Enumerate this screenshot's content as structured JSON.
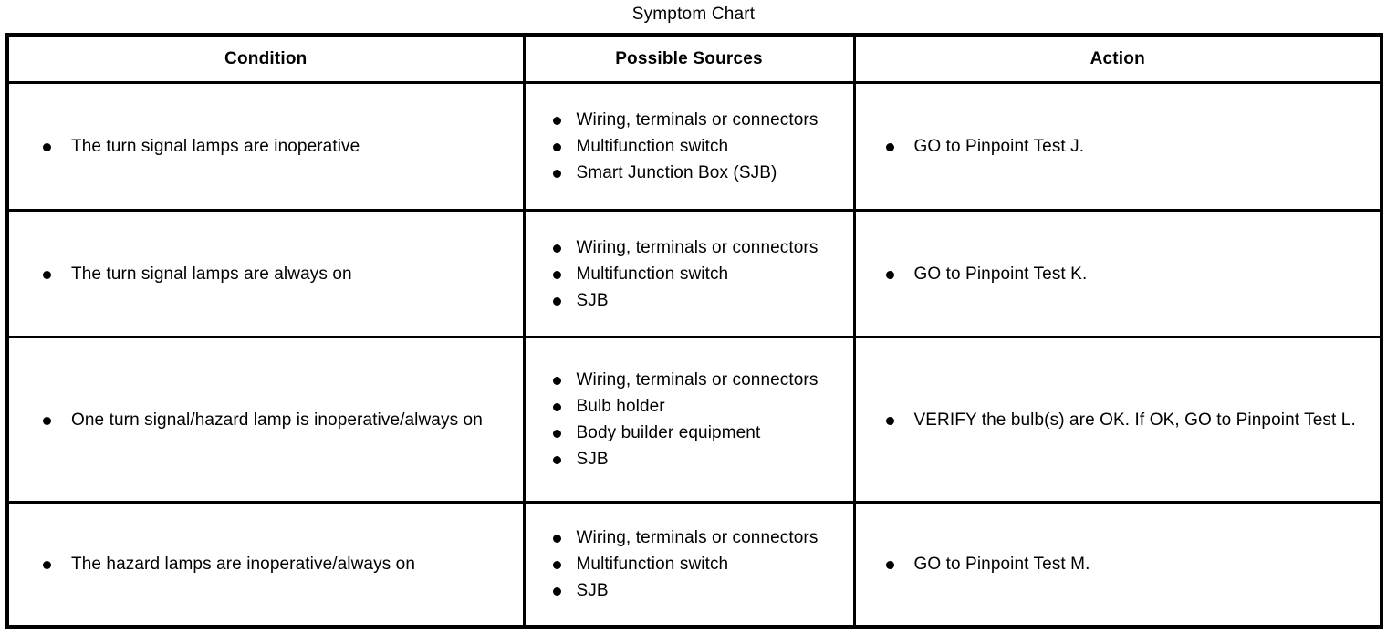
{
  "page": {
    "title": "Symptom Chart"
  },
  "table": {
    "headers": [
      "Condition",
      "Possible Sources",
      "Action"
    ],
    "rows": [
      {
        "condition": [
          "The turn signal lamps are inoperative"
        ],
        "sources": [
          "Wiring, terminals or connectors",
          "Multifunction switch",
          "Smart Junction Box (SJB)"
        ],
        "action": [
          "GO to Pinpoint Test J."
        ]
      },
      {
        "condition": [
          "The turn signal lamps are always on"
        ],
        "sources": [
          "Wiring, terminals or connectors",
          "Multifunction switch",
          "SJB"
        ],
        "action": [
          "GO to Pinpoint Test K."
        ]
      },
      {
        "condition": [
          "One turn signal/hazard lamp is inoperative/always on"
        ],
        "sources": [
          "Wiring, terminals or connectors",
          "Bulb holder",
          "Body builder equipment",
          "SJB"
        ],
        "action": [
          "VERIFY the bulb(s) are OK. If OK, GO to Pinpoint Test L."
        ]
      },
      {
        "condition": [
          "The hazard lamps are inoperative/always on"
        ],
        "sources": [
          "Wiring, terminals or connectors",
          "Multifunction switch",
          "SJB"
        ],
        "action": [
          "GO to Pinpoint Test M."
        ]
      }
    ]
  },
  "colors": {
    "text": "#000000",
    "background": "#ffffff",
    "border": "#000000"
  }
}
